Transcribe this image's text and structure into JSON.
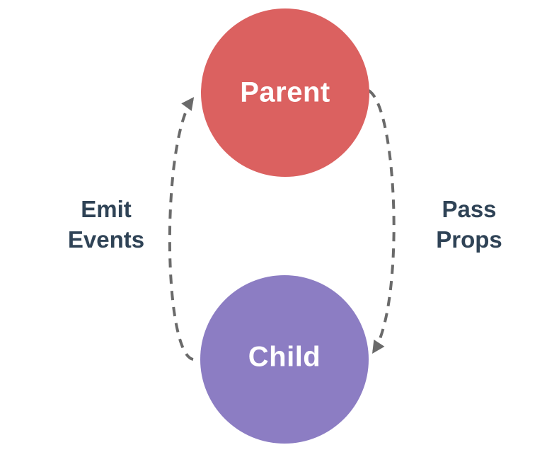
{
  "diagram": {
    "nodes": {
      "parent": {
        "label": "Parent"
      },
      "child": {
        "label": "Child"
      }
    },
    "arrows": {
      "emit_events": {
        "label_lines": [
          "Emit",
          "Events"
        ],
        "direction": "child-to-parent"
      },
      "pass_props": {
        "label_lines": [
          "Pass",
          "Props"
        ],
        "direction": "parent-to-child"
      }
    },
    "colors": {
      "parent-node": "#DB6160",
      "child-node": "#8C7DC3",
      "node-label": "#FFFFFF",
      "side-label": "#2F4356",
      "arrow": "#6A6A6A",
      "background": "#FFFFFF"
    }
  }
}
